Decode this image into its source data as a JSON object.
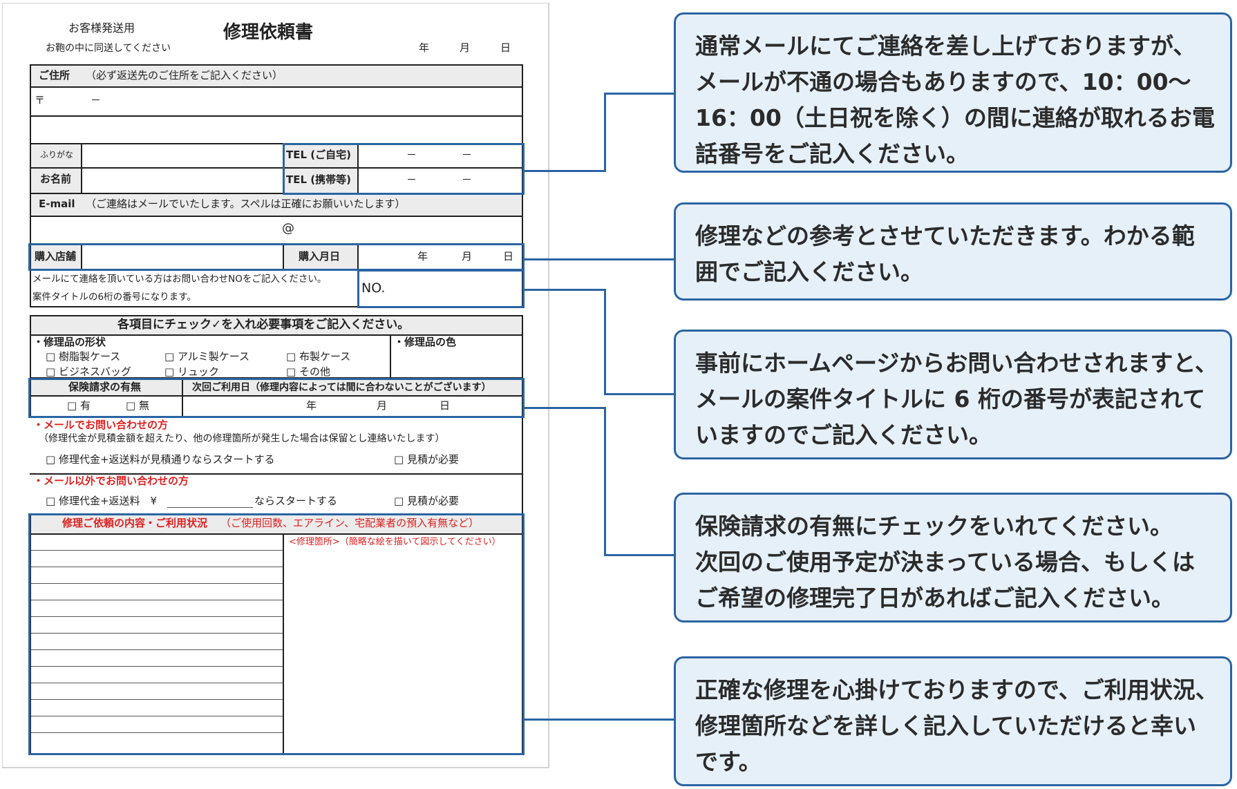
{
  "form": {
    "header": {
      "customer_copy": "お客様発送用",
      "enclose_note": "お鞄の中に同送してください",
      "title": "修理依頼書",
      "date_year": "年",
      "date_month": "月",
      "date_day": "日"
    },
    "address": {
      "label": "ご住所",
      "note": "（必ず返送先のご住所をご記入ください）",
      "postal_mark": "〒",
      "postal_dash": "－"
    },
    "name": {
      "furigana_label": "ふりがな",
      "name_label": "お名前",
      "tel_home_label": "TEL (ご自宅)",
      "tel_mobile_label": "TEL (携帯等)",
      "tel_dash": "－"
    },
    "email": {
      "label": "E-mail",
      "note": "（ご連絡はメールでいたします。スペルは正確にお願いいたします）",
      "at_mark": "@"
    },
    "purchase": {
      "store_label": "購入店舗",
      "date_label": "購入月日",
      "year": "年",
      "month": "月",
      "day": "日"
    },
    "inquiry": {
      "note_line1": "メールにて連絡を頂いている方はお問い合わせNOをご記入ください。",
      "note_line2": "案件タイトルの6桁の番号になります。",
      "no_label": "NO."
    },
    "check": {
      "heading": "各項目にチェック✓を入れ必要事項をご記入ください。",
      "shape_label": "・修理品の形状",
      "color_label": "・修理品の色",
      "shape_options": [
        "□ 樹脂製ケース",
        "□ アルミ製ケース",
        "□ 布製ケース",
        "□ ビジネスバッグ",
        "□ リュック",
        "□ その他"
      ]
    },
    "insurance": {
      "label": "保険請求の有無",
      "yes": "□ 有",
      "no": "□ 無",
      "next_use_label": "次回ご利用日（修理内容によっては間に合わないことがございます）",
      "year": "年",
      "month": "月",
      "day": "日"
    },
    "email_inquiry": {
      "label": "・メールでお問い合わせの方",
      "note": "（修理代金が見積金額を超えたり、他の修理箇所が発生した場合は保留とし連絡いたします）",
      "start_option": "□ 修理代金+返送料が見積通りならスタートする",
      "estimate_option": "□ 見積が必要"
    },
    "other_inquiry": {
      "label": "・メール以外でお問い合わせの方",
      "start_prefix": "□ 修理代金+返送料　¥",
      "start_suffix": "ならスタートする",
      "estimate_option": "□ 見積が必要"
    },
    "details": {
      "label": "修理ご依頼の内容・ご利用状況",
      "note": "（ご使用回数、エアライン、宅配業者の預入有無など）",
      "sketch_note": "<修理箇所>（簡略な絵を描いて図示してください）"
    }
  },
  "callouts": [
    {
      "lines": [
        "通常メールにてご連絡を差し上げておりますが、",
        "メールが不通の場合もありますので、10：00～",
        "16：00（土日祝を除く）の間に連絡が取れるお電",
        "話番号をご記入ください。"
      ]
    },
    {
      "lines": [
        "修理などの参考とさせていただきます。わかる範",
        "囲でご記入ください。"
      ]
    },
    {
      "lines": [
        "事前にホームページからお問い合わせされますと、",
        "メールの案件タイトルに 6 桁の番号が表記されて",
        "いますのでご記入ください。"
      ]
    },
    {
      "lines": [
        "保険請求の有無にチェックをいれてください。",
        "次回のご使用予定が決まっている場合、もしくは",
        "ご希望の修理完了日があればご記入ください。"
      ]
    },
    {
      "lines": [
        "正確な修理を心掛けておりますので、ご利用状況、",
        "修理箇所などを詳しく記入していただけると幸い",
        "です。"
      ]
    }
  ],
  "colors": {
    "accent_blue": "#2a64a3",
    "callout_fill": "#e6f0f9",
    "warning_red": "#e02020"
  }
}
